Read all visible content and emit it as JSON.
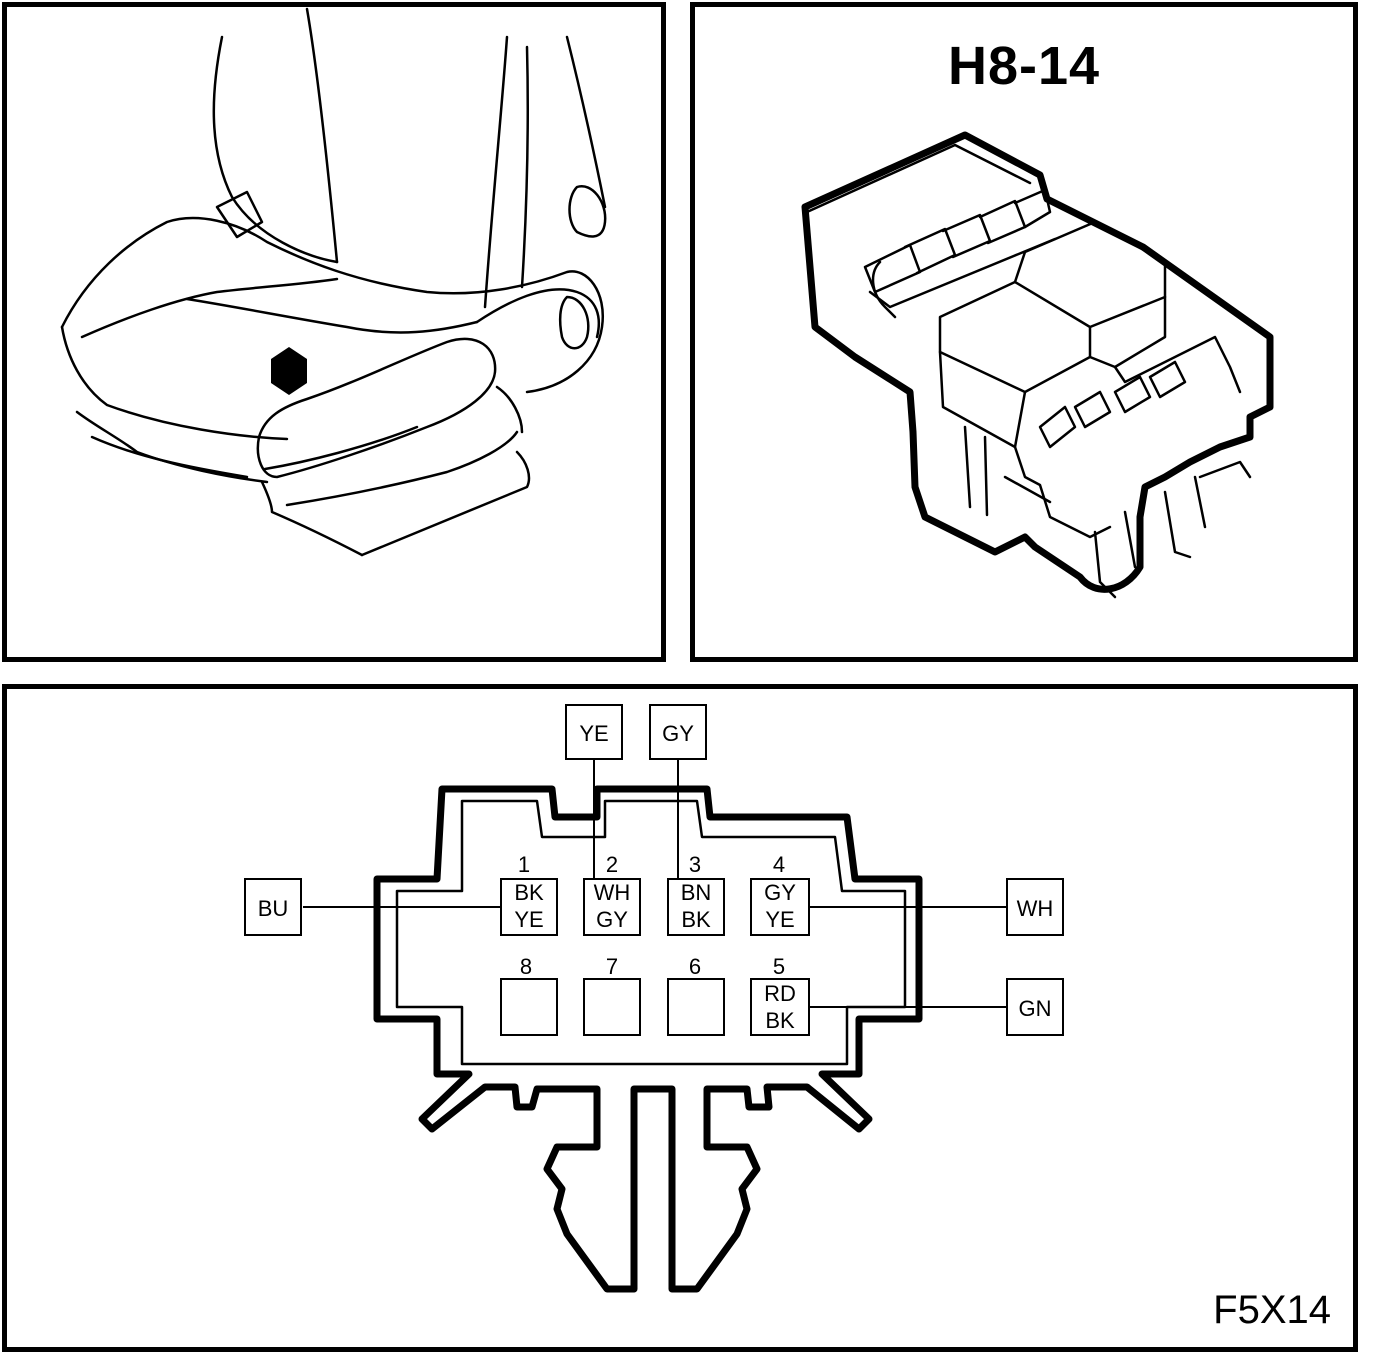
{
  "connector_id": "H8-14",
  "figure_code": "F5X14",
  "pins": [
    {
      "num": "1",
      "wire": [
        "BK",
        "YE"
      ]
    },
    {
      "num": "2",
      "wire": [
        "WH",
        "GY"
      ]
    },
    {
      "num": "3",
      "wire": [
        "BN",
        "BK"
      ]
    },
    {
      "num": "4",
      "wire": [
        "GY",
        "YE"
      ]
    },
    {
      "num": "8",
      "wire": []
    },
    {
      "num": "7",
      "wire": []
    },
    {
      "num": "6",
      "wire": []
    },
    {
      "num": "5",
      "wire": [
        "RD",
        "BK"
      ]
    }
  ],
  "callouts": {
    "top_left": "YE",
    "top_right": "GY",
    "left": "BU",
    "right_upper": "WH",
    "right_lower": "GN"
  }
}
